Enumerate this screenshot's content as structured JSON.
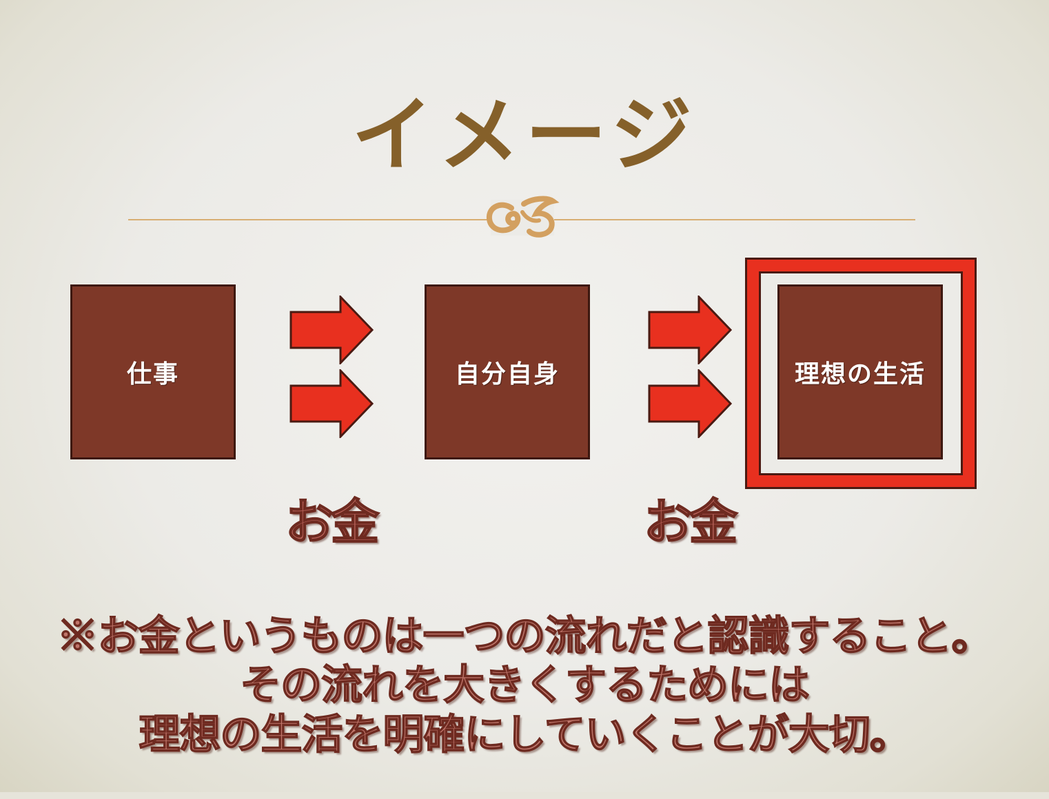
{
  "title": "イメージ",
  "ornament_icon": "swirl-ornament-icon",
  "colors": {
    "title": "#85602a",
    "ornament": "#d3a060",
    "box_fill": "#7e3828",
    "arrow_fill": "#e8301f",
    "highlight_frame": "#e8301f",
    "message_text": "#c0766b"
  },
  "flow": {
    "boxes": [
      {
        "label": "仕事"
      },
      {
        "label": "自分自身"
      },
      {
        "label": "理想の生活"
      }
    ],
    "connector_labels": [
      "お金",
      "お金"
    ]
  },
  "message": {
    "line1": "※お金というものは一つの流れだと認識すること。",
    "line2": "その流れを大きくするためには",
    "line3": "理想の生活を明確にしていくことが大切。"
  }
}
